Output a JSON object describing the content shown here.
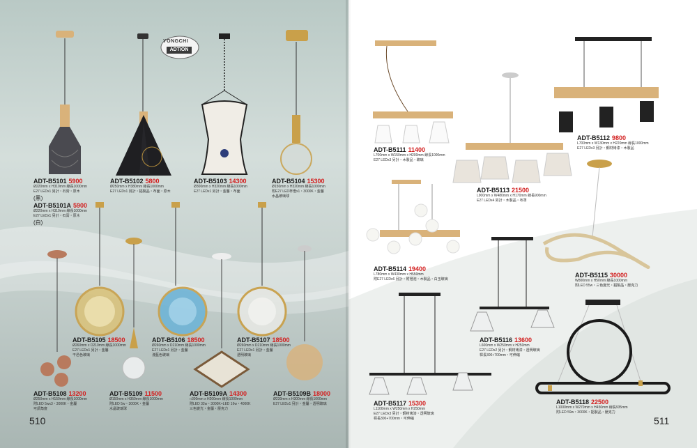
{
  "brand": {
    "logo_top": "YONGCHI",
    "logo_bottom": "ADTION"
  },
  "left_page": {
    "page_number": "510",
    "products": [
      {
        "code": "ADT-B5101",
        "price": "5900",
        "specs": [
          "Ø220mm x H310mm 線長1000mm",
          "E27 LEDx1 另計・石膏・原木"
        ],
        "variant": "(黑)"
      },
      {
        "code": "ADT-B5101A",
        "price": "5900",
        "specs": [
          "Ø220mm x H310mm 線長1000mm",
          "E27 LEDx1 另計・石膏・原木"
        ],
        "variant": "(白)"
      },
      {
        "code": "ADT-B5102",
        "price": "5800",
        "specs": [
          "Ø250mm x H380mm 線長1000mm",
          "E27 LEDx1 另計・鋁製品・布面・原木"
        ]
      },
      {
        "code": "ADT-B5103",
        "price": "14300",
        "specs": [
          "Ø300mm x H320mm 線長1000mm",
          "E27 LEDx1 另計・金屬・布面"
        ]
      },
      {
        "code": "ADT-B5104",
        "price": "15300",
        "specs": [
          "Ø150mm x H320mm 線長1000mm",
          "附E27 LED杯燈x1・3000K・金屬",
          "水晶玻璃球"
        ]
      },
      {
        "code": "ADT-B5105",
        "price": "18500",
        "specs": [
          "Ø260mm x D210mm 線長1000mm",
          "E27 LEDx1 另計・金屬",
          "干邑色玻璃"
        ]
      },
      {
        "code": "ADT-B5106",
        "price": "18500",
        "specs": [
          "Ø260mm x D210mm 線長1000mm",
          "E27 LEDx1 另計・金屬",
          "淺藍色玻璃"
        ]
      },
      {
        "code": "ADT-B5107",
        "price": "18500",
        "specs": [
          "Ø260mm x D210mm 線長1000mm",
          "E27 LEDx1 另計・金屬",
          "透明玻璃"
        ]
      },
      {
        "code": "ADT-B5108",
        "price": "13200",
        "specs": [
          "Ø250mm x H150mm 線長1000mm",
          "附LED 5wx3・3000K・金屬",
          "可調角度"
        ]
      },
      {
        "code": "ADT-B5109",
        "price": "11500",
        "specs": [
          "Ø150mm x H350mm 線長1000mm",
          "附LED 5w・3000K・金屬",
          "水晶玻璃球"
        ]
      },
      {
        "code": "ADT-B5109A",
        "price": "14300",
        "specs": [
          "□300mm x H200mm 線長1000mm",
          "附LED 32w・3000K+LED 16w・4000K",
          "三色變光・金屬・壓克力"
        ]
      },
      {
        "code": "ADT-B5109B",
        "price": "18000",
        "specs": [
          "Ø230mm x H300mm 線長1000mm",
          "E27 LEDx1 另計・金屬・透明玻璃"
        ]
      }
    ]
  },
  "right_page": {
    "page_number": "511",
    "products": [
      {
        "code": "ADT-B5111",
        "price": "11400",
        "specs": [
          "L700mm x W150mm x H200mm 線長1000mm",
          "E27 LEDx3 另計・木製品・玻璃"
        ]
      },
      {
        "code": "ADT-B5112",
        "price": "9800",
        "specs": [
          "L700mm x W130mm x H220mm 線長1000mm",
          "E27 LEDx3 另計・鋼材烤漆・木製品"
        ]
      },
      {
        "code": "ADT-B5113",
        "price": "21500",
        "specs": [
          "L900mm x W480mm x H170mm 線長900mm",
          "E27 LEDx4 另計・木製品・布罩"
        ]
      },
      {
        "code": "ADT-B5114",
        "price": "19400",
        "specs": [
          "L780mm x W430mm x H550mm",
          "附E27 LEDx6 另計・附燈泡・木製品・白玉玻璃"
        ]
      },
      {
        "code": "ADT-B5115",
        "price": "30000",
        "specs": [
          "W800mm x H50mm 線長1000mm",
          "附LED 55w・三色變光・鋁製品・壓克力"
        ]
      },
      {
        "code": "ADT-B5116",
        "price": "13600",
        "specs": [
          "L600mm x W250mm x H250mm",
          "E27 LEDx2 另計・鋼材烤漆・透明玻璃",
          "桿長300+700mm・可伸縮"
        ]
      },
      {
        "code": "ADT-B5117",
        "price": "15300",
        "specs": [
          "L1100mm x W250mm x H250mm",
          "E27 LEDx3 另計・鋼材烤漆・透明玻璃",
          "桿長300+700mm・可伸縮"
        ]
      },
      {
        "code": "ADT-B5118",
        "price": "22500",
        "specs": [
          "L1000mm x W270mm x H450mm 線長935mm",
          "附LED 59w・3000K・鋁製品・壓克力"
        ]
      }
    ]
  },
  "colors": {
    "price": "#d21e1e",
    "left_bg": "#c6d1ce",
    "wood": "#d9b27a",
    "gold": "#c9a04a"
  }
}
